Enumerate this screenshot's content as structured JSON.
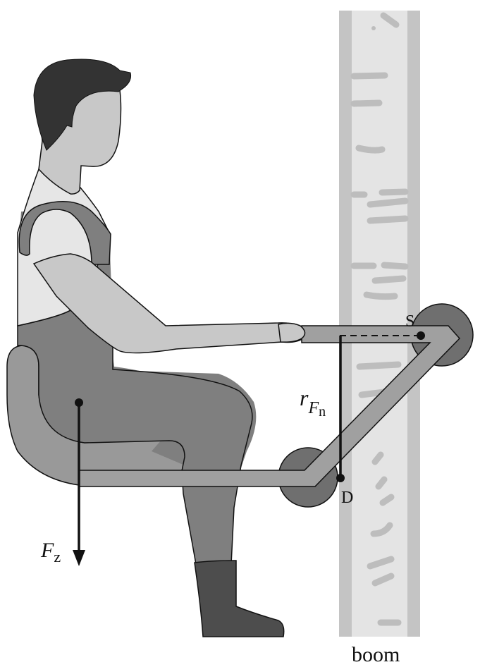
{
  "figure": {
    "type": "biomechanics-diagram",
    "subject": "seated person operating a lever attached to a boom",
    "labels": {
      "pivot_upper": "S",
      "pivot_lower": "D",
      "moment_arm_main": "r",
      "moment_arm_sub_F": "F",
      "moment_arm_sub_n": "n",
      "force_main": "F",
      "force_sub": "z",
      "boom": "boom"
    },
    "colors": {
      "background": "#ffffff",
      "hair": "#333333",
      "skin": "#c8c8c8",
      "shirt": "#e6e6e6",
      "overalls": "#7f7f7f",
      "seat": "#999999",
      "boot": "#4d4d4d",
      "lever_bar": "#a0a0a0",
      "disc": "#6f6f6f",
      "boom_outer": "#c4c4c4",
      "boom_inner": "#e4e4e4",
      "boom_marks": "#bdbdbd",
      "stroke": "#111111"
    }
  }
}
